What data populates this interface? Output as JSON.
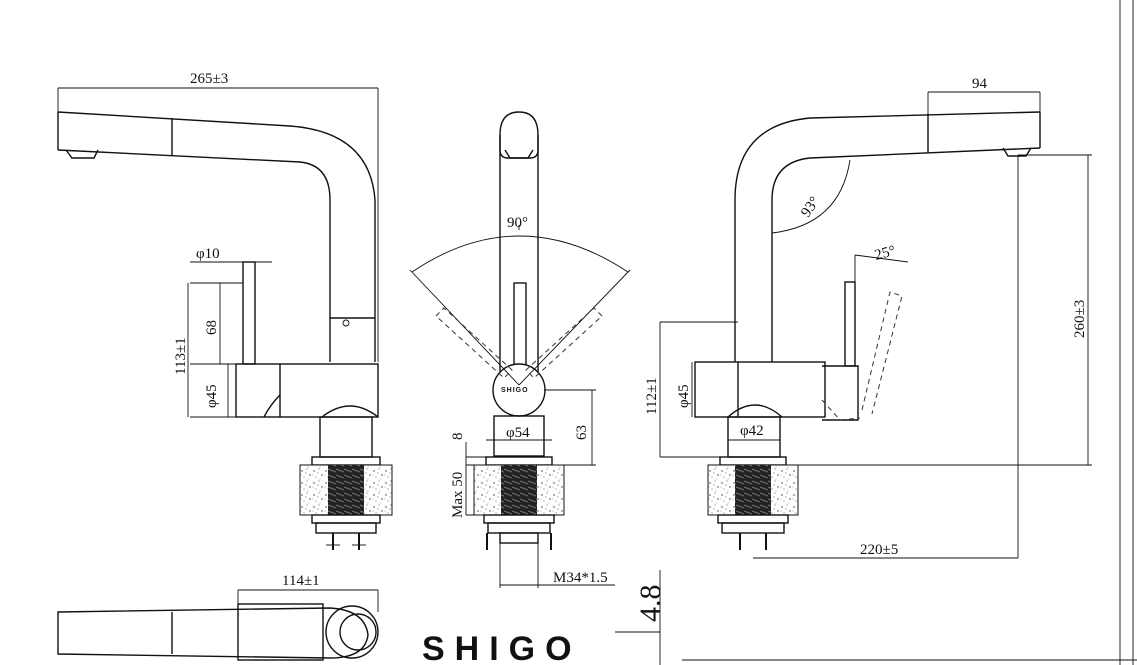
{
  "dimensions": {
    "spout_length": "265±3",
    "lever_dia": "φ10",
    "body_height": "113±1",
    "lever_height": "68",
    "body_dia_left": "φ45",
    "swivel_angle": "90°",
    "base_dia": "φ54",
    "base_height": "63",
    "base_thickness": "8",
    "max_thickness": "Max 50",
    "thread": "M34*1.5",
    "spray_length": "94",
    "spout_angle": "93°",
    "lever_angle": "25°",
    "total_height": "260±3",
    "body_height_right": "112±1",
    "body_dia_right": "φ45",
    "neck_dia": "φ42",
    "reach": "220±5",
    "top_length": "114±1",
    "corner_value": "4.8"
  },
  "brand": {
    "logo": "SHIGO",
    "badge": "SHIGO"
  }
}
